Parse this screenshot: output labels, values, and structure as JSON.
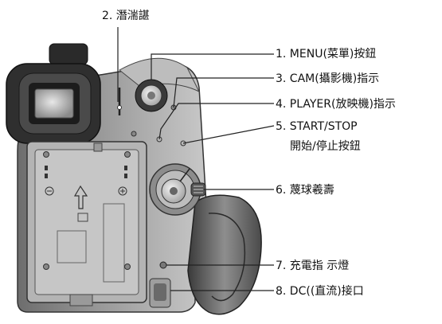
{
  "labels": {
    "top": "2. 潛湍諶",
    "l1": "1. MENU(菜單)按鈕",
    "l3": "3. CAM(攝影機)指示",
    "l4": "4. PLAYER(放映機)指示",
    "l5a": "5. START/STOP",
    "l5b": "開始/停止按鈕",
    "l6": "6. 蔑球羲壽",
    "l7": "7. 充電指 示燈",
    "l8": "8. DC((直流)接口"
  }
}
